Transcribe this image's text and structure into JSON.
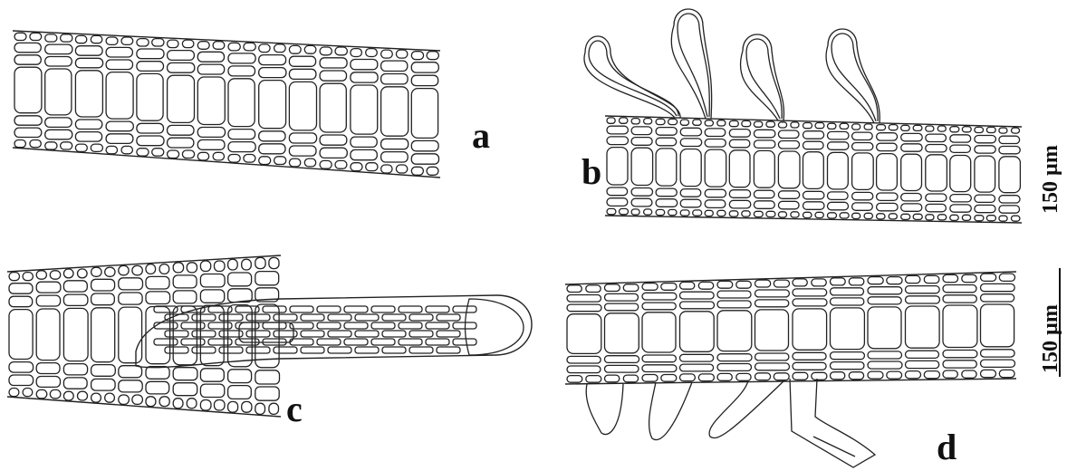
{
  "panels": [
    {
      "id": "a",
      "label": "a"
    },
    {
      "id": "b",
      "label": "b"
    },
    {
      "id": "c",
      "label": "c"
    },
    {
      "id": "d",
      "label": "d"
    }
  ],
  "scale_bars": [
    {
      "panel": "b",
      "label": "150 µm"
    },
    {
      "panel": "d",
      "label": "150 µm"
    }
  ]
}
